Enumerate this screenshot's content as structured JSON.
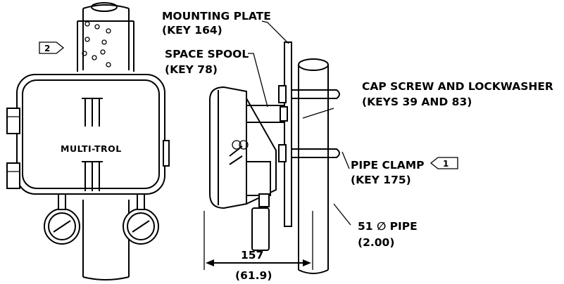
{
  "labels": {
    "mounting_plate": "MOUNTING PLATE",
    "mounting_plate_key": "(KEY 164)",
    "space_spool": "SPACE SPOOL",
    "space_spool_key": "(KEY 78)",
    "cap_screw": "CAP SCREW AND LOCKWASHER",
    "cap_screw_keys": "(KEYS 39 AND 83)",
    "pipe_clamp": "PIPE CLAMP",
    "pipe_clamp_key": "(KEY 175)",
    "pipe": "51 ∅ PIPE",
    "pipe_inch": "(2.00)",
    "dimension_mm": "157",
    "dimension_inch": "(61.9)",
    "brand": "MULTI-TROL"
  },
  "notes": {
    "note_2": "2",
    "note_1": "1"
  }
}
